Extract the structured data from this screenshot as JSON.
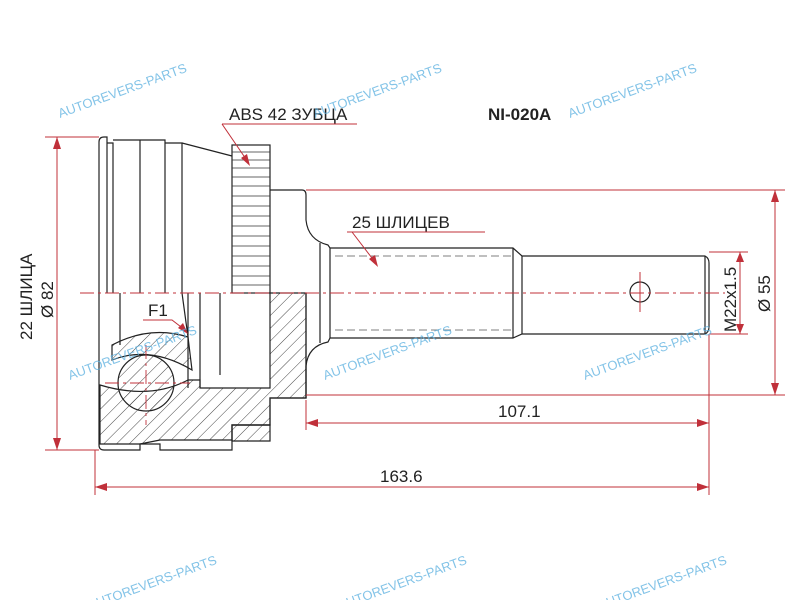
{
  "part_number": "NI-020A",
  "labels": {
    "abs": "ABS 42 ЗУБЦА",
    "shaft_splines": "25 ШЛИЦЕВ",
    "housing_splines": "22 ШЛИЦА",
    "outer_diameter": "Ø 82",
    "seal_diameter": "Ø 55",
    "thread": "M22x1.5",
    "f1": "F1",
    "length_shaft": "107.1",
    "length_total": "163.6"
  },
  "watermark": "AUTOREVERS-PARTS",
  "colors": {
    "dimension": "#c0303a",
    "outline": "#222222",
    "watermark": "#5ab0e0"
  }
}
